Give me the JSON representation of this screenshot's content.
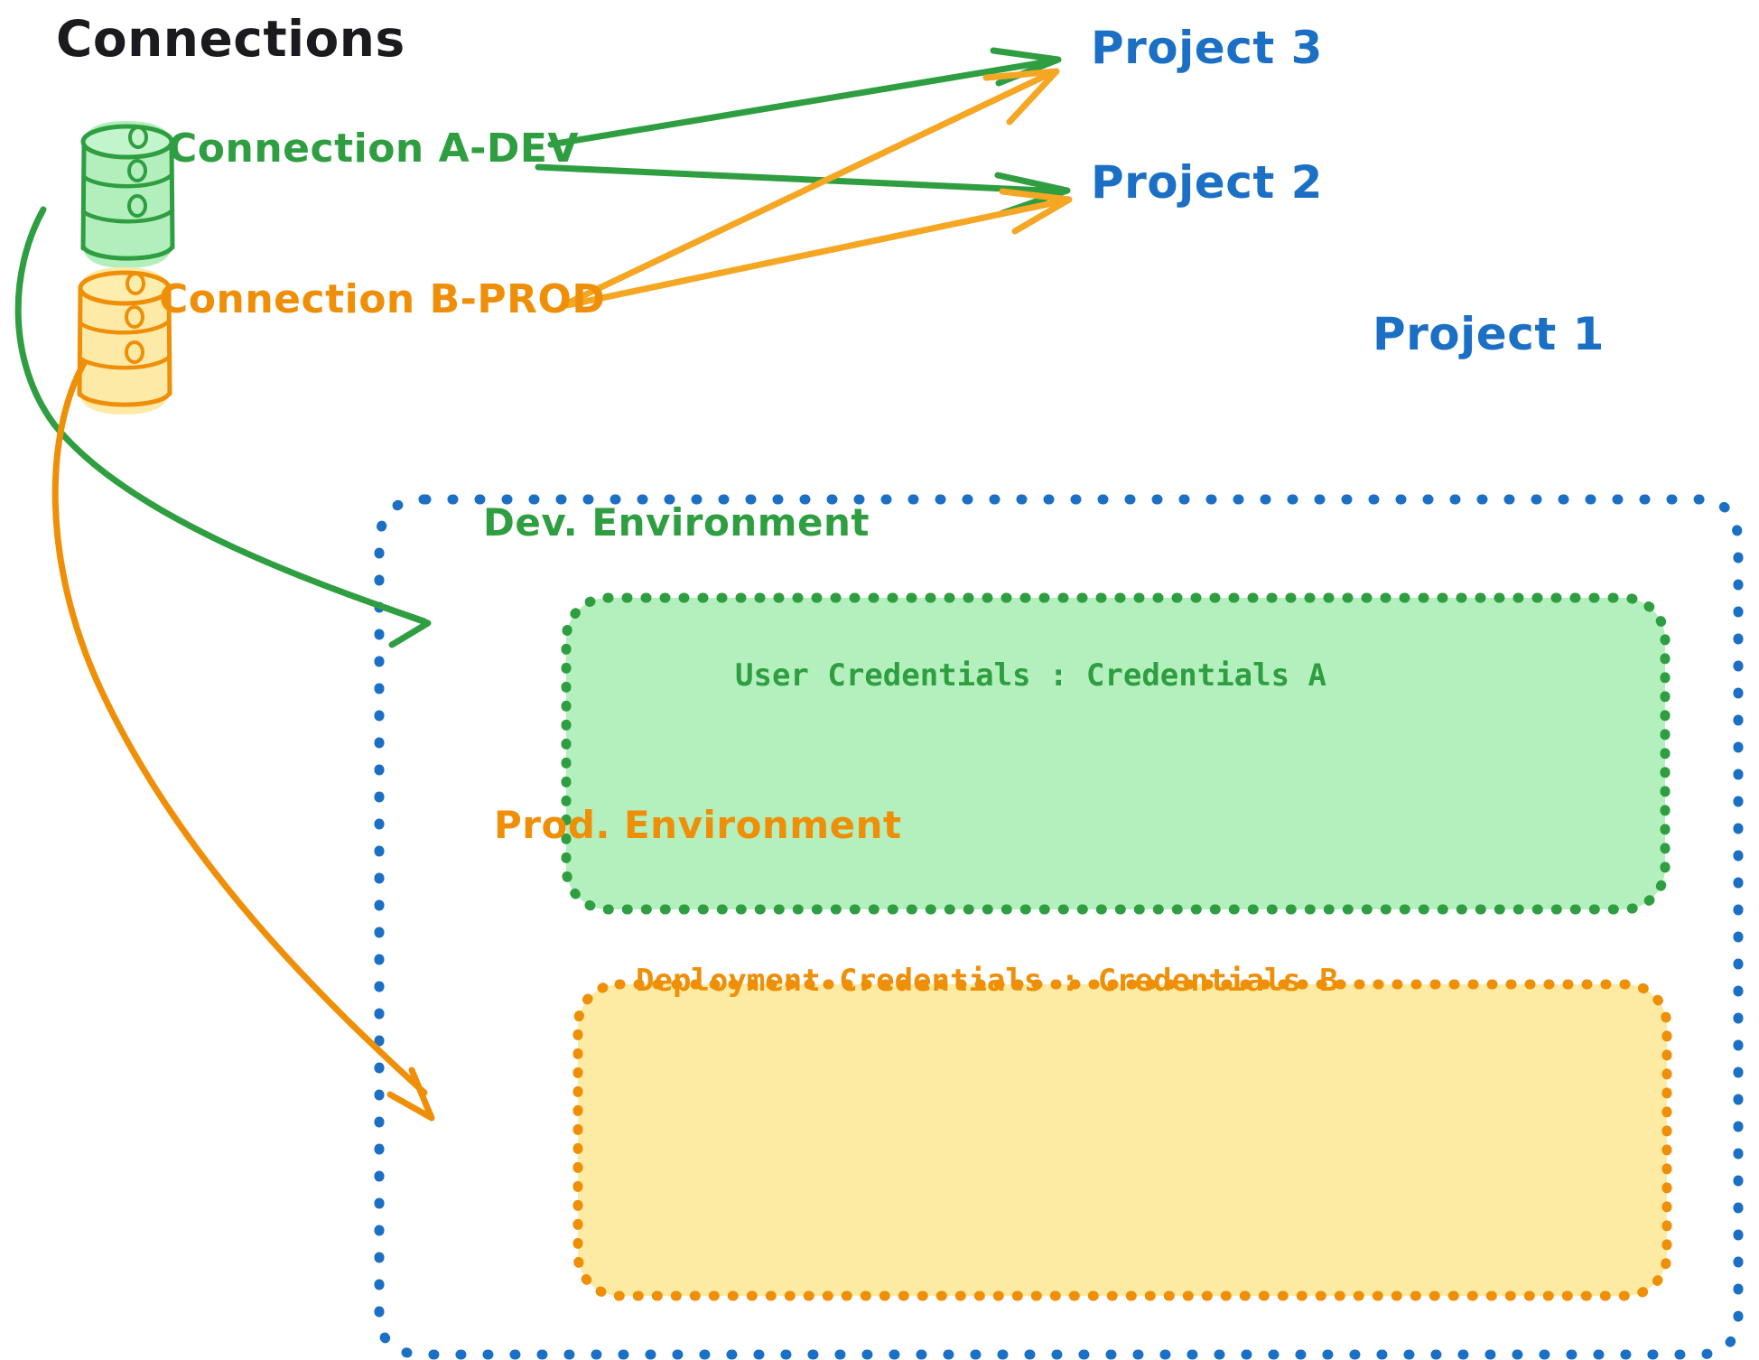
{
  "title": "Connections",
  "colors": {
    "green": "#2e9e41",
    "green_fill": "#b3f0bd",
    "orange": "#ef8f08",
    "orange_fill": "#fdeba3",
    "blue": "#1b6fc4",
    "ink": "#1b1b1f",
    "background": "#ffffff"
  },
  "connections": [
    {
      "id": "connection-a-dev",
      "label": "Connection A-DEV",
      "color": "#2e9e41",
      "icon": "database-cylinder-icon"
    },
    {
      "id": "connection-b-prod",
      "label": "Connection B-PROD",
      "color": "#ef8f08",
      "icon": "database-cylinder-icon"
    }
  ],
  "projects": [
    {
      "id": "project-3",
      "label": "Project 3"
    },
    {
      "id": "project-2",
      "label": "Project 2"
    },
    {
      "id": "project-1",
      "label": "Project 1"
    }
  ],
  "project_1": {
    "label": "Project 1",
    "environments": [
      {
        "id": "dev-environment",
        "title": "Dev. Environment",
        "color": "#2e9e41",
        "fill": "#b3f0bd",
        "credential_label": "User Credentials",
        "credential_separator": ":",
        "credential_value": "Credentials A",
        "credential_line": "User Credentials : Credentials A"
      },
      {
        "id": "prod-environment",
        "title": "Prod. Environment",
        "color": "#ef8f08",
        "fill": "#fdeba3",
        "credential_label": "Deployment Credentials",
        "credential_separator": ":",
        "credential_value": "Credentials B",
        "credential_line": "Deployment Credentials : Credentials B"
      }
    ]
  },
  "edges": [
    {
      "id": "edge-a-dev-to-project-3",
      "from": "connection-a-dev",
      "to": "project-3",
      "color": "#2e9e41"
    },
    {
      "id": "edge-a-dev-to-project-2",
      "from": "connection-a-dev",
      "to": "project-2",
      "color": "#2e9e41"
    },
    {
      "id": "edge-a-dev-to-dev-environment",
      "from": "connection-a-dev",
      "to": "dev-environment",
      "color": "#2e9e41"
    },
    {
      "id": "edge-b-prod-to-project-3",
      "from": "connection-b-prod",
      "to": "project-3",
      "color": "#ef8f08"
    },
    {
      "id": "edge-b-prod-to-project-2",
      "from": "connection-b-prod",
      "to": "project-2",
      "color": "#ef8f08"
    },
    {
      "id": "edge-b-prod-to-prod-environment",
      "from": "connection-b-prod",
      "to": "prod-environment",
      "color": "#ef8f08"
    }
  ]
}
